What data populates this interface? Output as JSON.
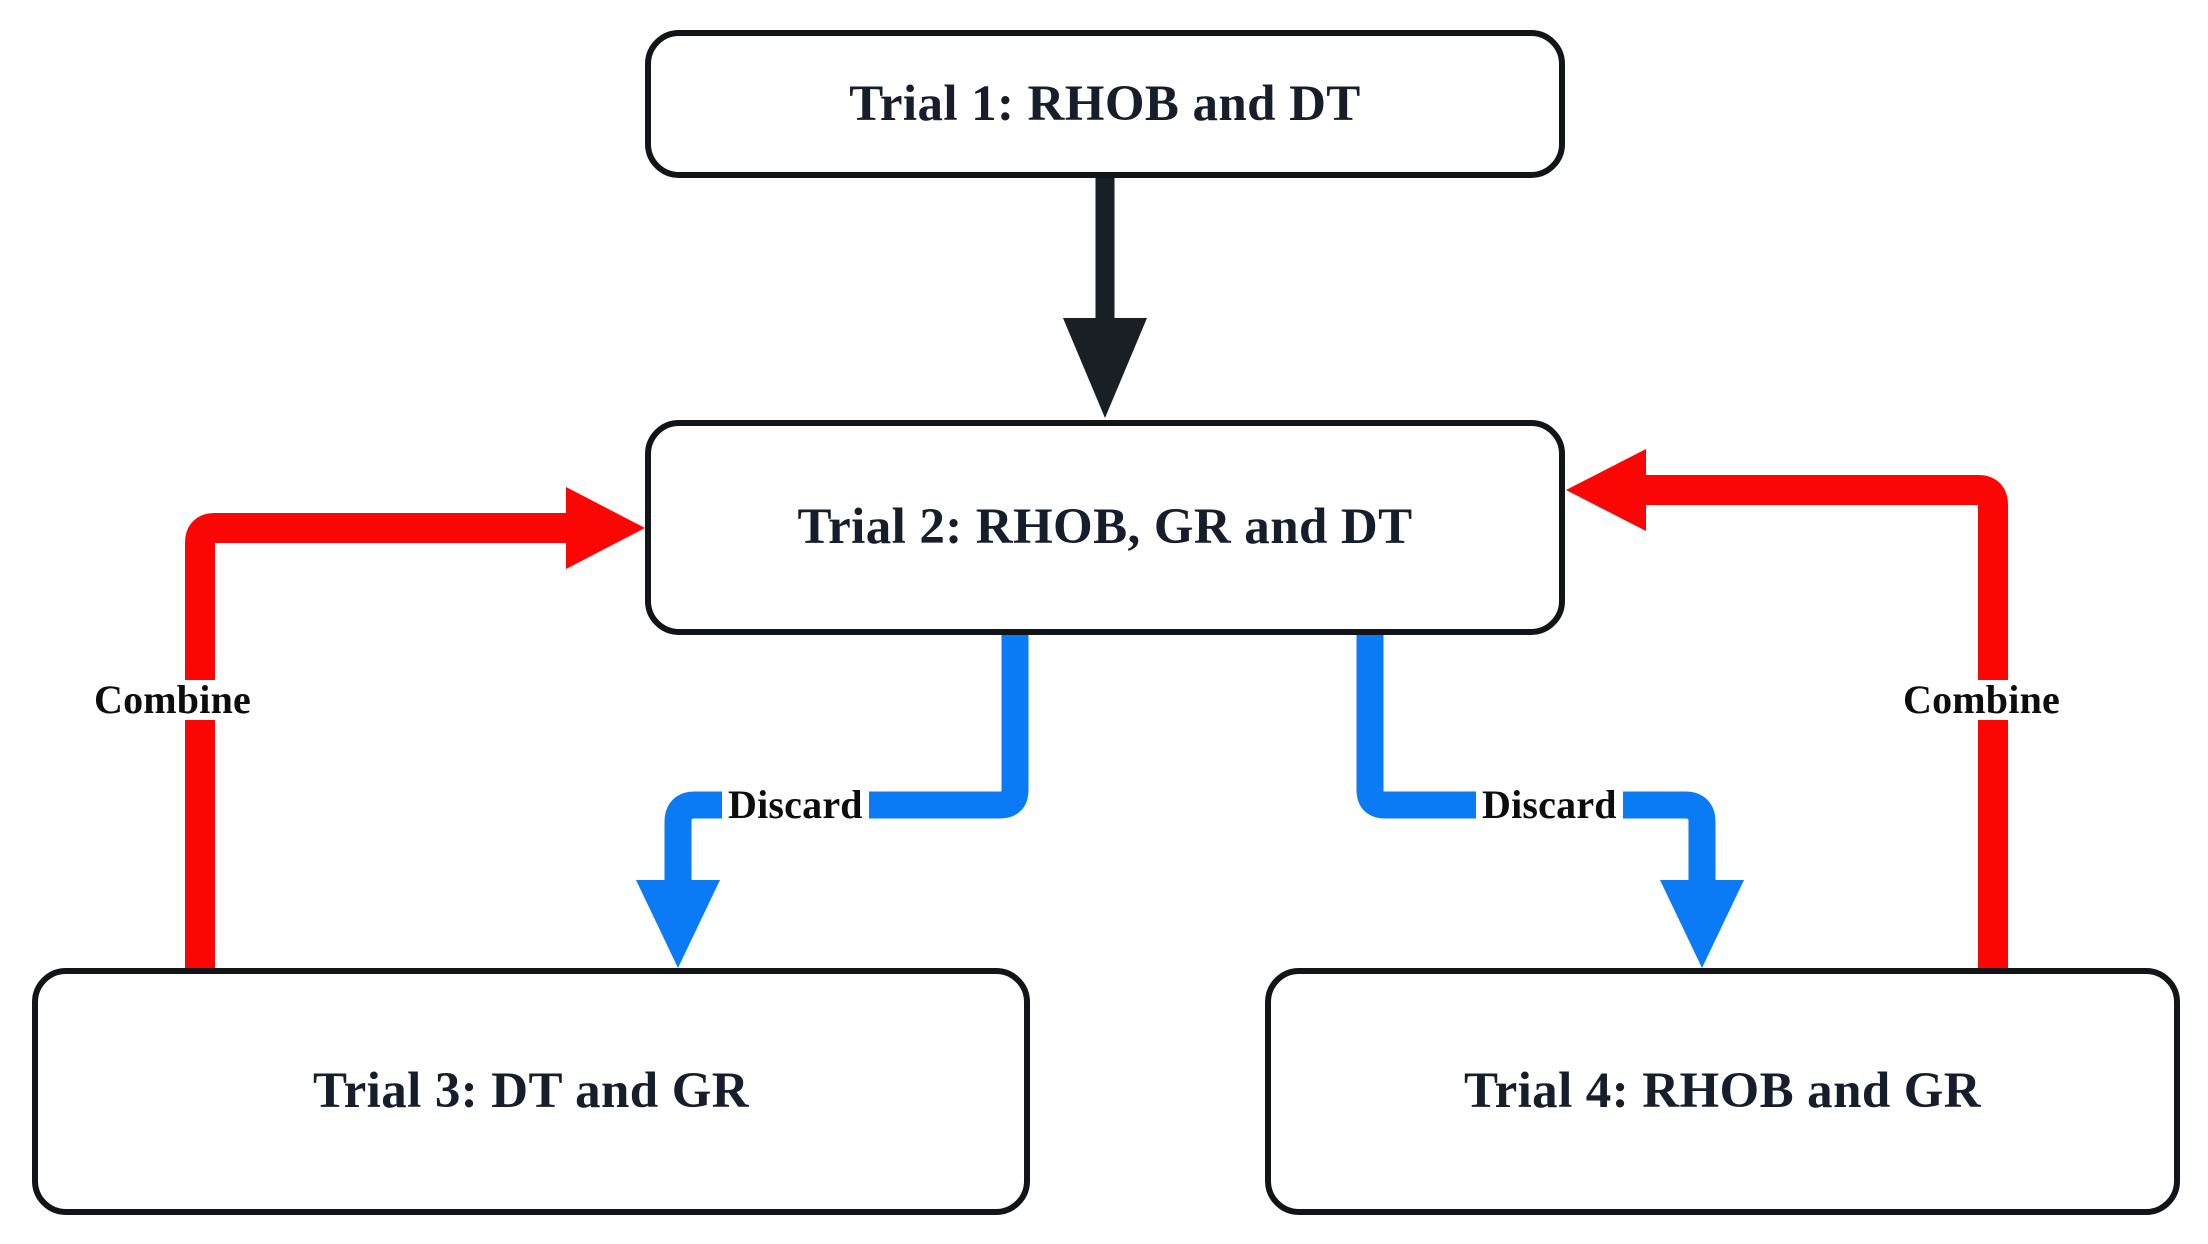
{
  "diagram": {
    "title": "Trial workflow flowchart",
    "background_color": "#ffffff",
    "colors": {
      "box_border": "#111418",
      "box_text": "#161d2b",
      "flow_black": "#1a1f26",
      "flow_red": "#fb0505",
      "flow_blue": "#0b7bf5",
      "label_text": "#0d0d0d"
    },
    "nodes": [
      {
        "id": "trial1",
        "label": "Trial 1: RHOB and DT"
      },
      {
        "id": "trial2",
        "label": "Trial 2: RHOB, GR and DT"
      },
      {
        "id": "trial3",
        "label": "Trial 3: DT and GR"
      },
      {
        "id": "trial4",
        "label": "Trial 4: RHOB and GR"
      }
    ],
    "edges": [
      {
        "id": "e1",
        "from": "trial1",
        "to": "trial2",
        "label": "",
        "color": "#1a1f26"
      },
      {
        "id": "e2",
        "from": "trial3",
        "to": "trial2",
        "label": "Combine",
        "color": "#fb0505"
      },
      {
        "id": "e3",
        "from": "trial4",
        "to": "trial2",
        "label": "Combine",
        "color": "#fb0505"
      },
      {
        "id": "e4",
        "from": "trial2",
        "to": "trial3",
        "label": "Discard",
        "color": "#0b7bf5"
      },
      {
        "id": "e5",
        "from": "trial2",
        "to": "trial4",
        "label": "Discard",
        "color": "#0b7bf5"
      }
    ],
    "edge_labels": {
      "combine_left": "Combine",
      "combine_right": "Combine",
      "discard_left": "Discard",
      "discard_right": "Discard"
    }
  }
}
